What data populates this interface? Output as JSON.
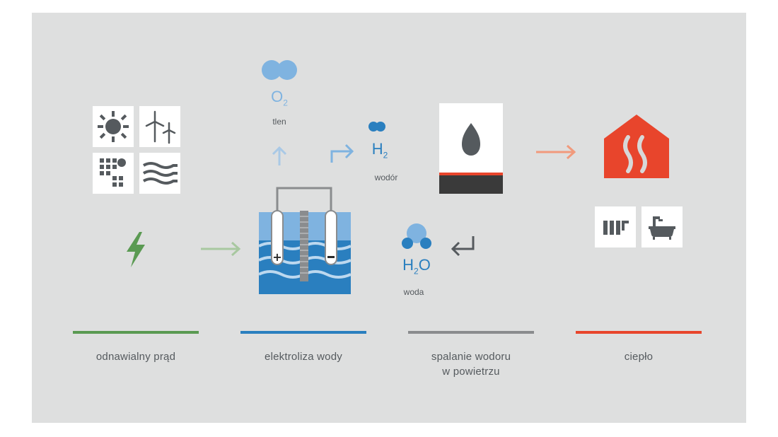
{
  "molecules": {
    "oxygen": {
      "formula": "O",
      "subscript": "2",
      "name": "tlen"
    },
    "hydrogen": {
      "formula": "H",
      "subscript": "2",
      "name": "wodór"
    },
    "water": {
      "formula": "H",
      "subscript": "2",
      "formula_end": "O",
      "name": "woda"
    }
  },
  "stages": [
    {
      "label": "odnawialny prąd",
      "color": "#5a9a52"
    },
    {
      "label": "elektroliza wody",
      "color": "#2a7fbf"
    },
    {
      "label": "spalanie wodoru\nw powietrzu",
      "color": "#8a8c8e"
    },
    {
      "label": "ciepło",
      "color": "#e8452c"
    }
  ],
  "icons": {
    "renewables": [
      "sun-icon",
      "wind-turbines-icon",
      "solar-panel-icon",
      "waves-icon"
    ],
    "electricity": "lightning-bolt-icon",
    "boiler_flame": "flame-icon",
    "house_heat": "house-heat-icon",
    "uses": [
      "radiator-icon",
      "bathtub-icon"
    ]
  },
  "colors": {
    "background": "#dedfdf",
    "green": "#5a9a52",
    "blue": "#2a7fbf",
    "light_blue": "#7fb3e0",
    "gray": "#8a8c8e",
    "red": "#e8452c",
    "orange_arrow": "#f19a7c"
  }
}
